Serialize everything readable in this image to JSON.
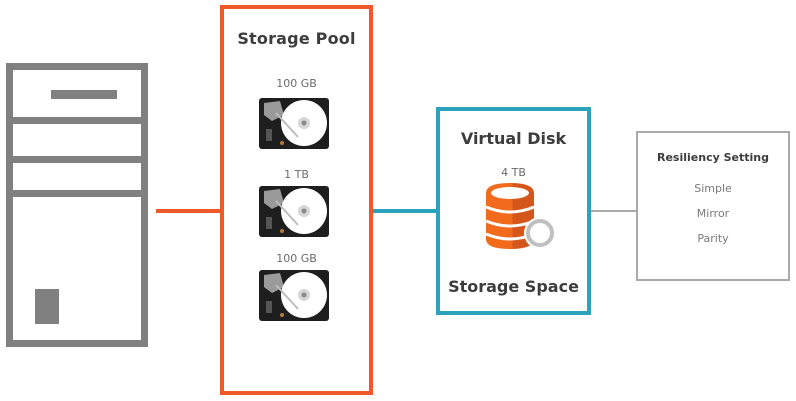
{
  "server": {
    "icon": "server-tower-icon"
  },
  "storage_pool": {
    "title": "Storage Pool",
    "disks": [
      {
        "label": "100 GB",
        "icon": "hard-drive-icon"
      },
      {
        "label": "1 TB",
        "icon": "hard-drive-icon"
      },
      {
        "label": "100 GB",
        "icon": "hard-drive-icon"
      }
    ],
    "color": "#f05a28"
  },
  "virtual_disk": {
    "title": "Virtual Disk",
    "size": "4 TB",
    "icon": "database-icon",
    "footer": "Storage Space",
    "color": "#2aa3bd"
  },
  "resiliency": {
    "title": "Resiliency Setting",
    "options": [
      "Simple",
      "Mirror",
      "Parity"
    ],
    "color": "#aaaaaa"
  }
}
